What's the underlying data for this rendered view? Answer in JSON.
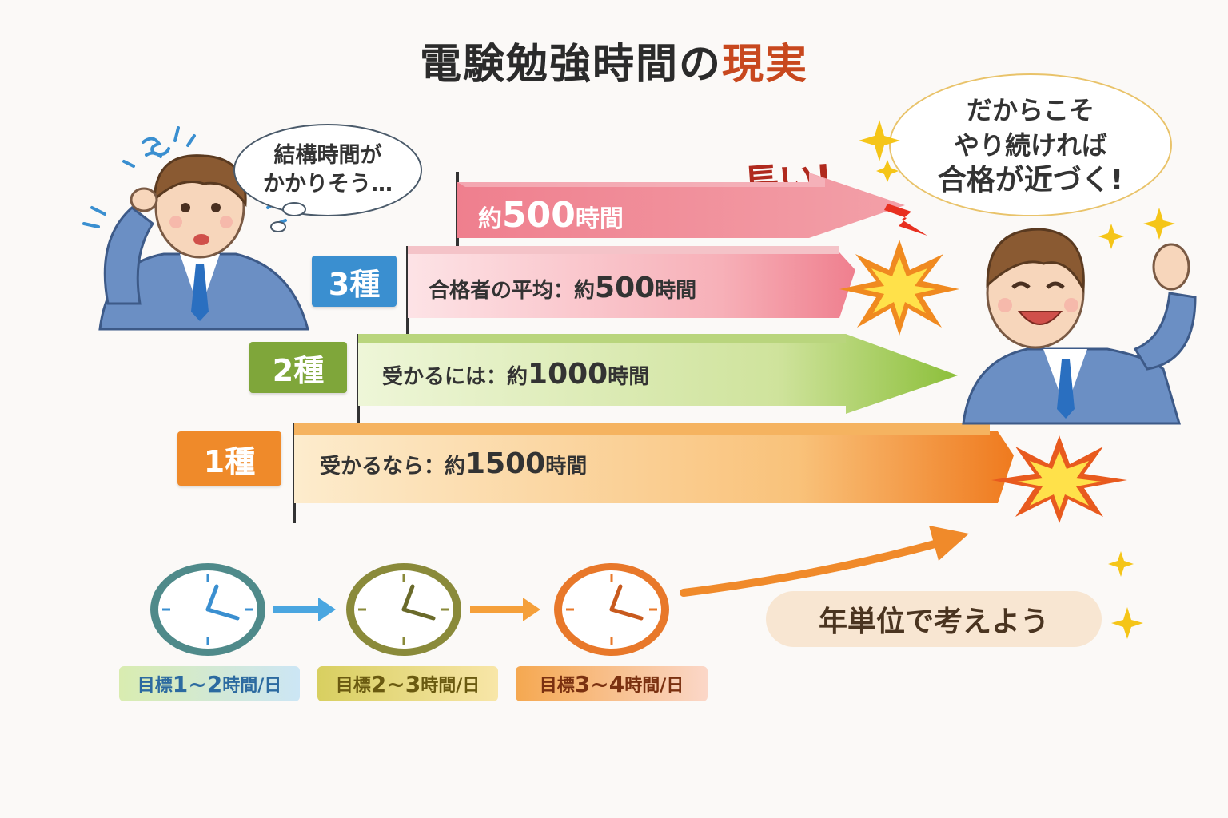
{
  "title": {
    "main": "電験勉強時間の",
    "highlight": "現実"
  },
  "bubble_left": {
    "line1": "結構時間が",
    "line2": "かかりそう…"
  },
  "bubble_right": {
    "line1": "だからこそ",
    "line2": "やり続ければ",
    "line3": "合格が近づく!"
  },
  "exclaim": "長い!",
  "top_bar": {
    "prefix": "約",
    "value": "500",
    "suffix": "時間"
  },
  "levels": [
    {
      "label": "3種",
      "prefix": "合格者の平均：約",
      "value": "500",
      "suffix": "時間",
      "color": "#3a8fd0"
    },
    {
      "label": "2種",
      "prefix": "受かるには：約",
      "value": "1000",
      "suffix": "時間",
      "color": "#7fa63a"
    },
    {
      "label": "1種",
      "prefix": "受かるなら：約",
      "value": "1500",
      "suffix": "時間",
      "color": "#ef8a2a"
    }
  ],
  "targets": [
    {
      "prefix": "目標",
      "range": "1~2",
      "suffix": "時間/日"
    },
    {
      "prefix": "目標",
      "range": "2~3",
      "suffix": "時間/日"
    },
    {
      "prefix": "目標",
      "range": "3~4",
      "suffix": "時間/日"
    }
  ],
  "slogan": "年単位で考えよう",
  "colors": {
    "pink": "#ef7f8e",
    "blue": "#3a8fd0",
    "green": "#7fa63a",
    "orange": "#ef8a2a",
    "accent": "#c8481e"
  }
}
